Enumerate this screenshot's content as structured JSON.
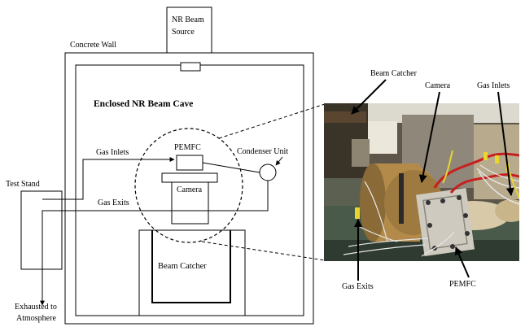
{
  "colors": {
    "line": "#000000",
    "background": "#ffffff",
    "photo_brass": "#b38a4a",
    "photo_cable": "#c81e1e"
  },
  "icons": {
    "arrowheads": "filled-triangle-arrow",
    "condenser_symbol": "circle-with-line",
    "hole": "small-rectangle-opening"
  },
  "labels": {
    "nr_beam_source": [
      "NR Beam",
      "Source"
    ],
    "concrete_wall": "Concrete Wall",
    "beam_cave": "Enclosed NR Beam Cave",
    "pemfc": "PEMFC",
    "gas_inlets": "Gas Inlets",
    "condenser_unit": "Condenser Unit",
    "gas_exits": "Gas Exits",
    "camera": "Camera",
    "test_stand": "Test Stand",
    "beam_catcher": "Beam Catcher",
    "exhausted": [
      "Exhausted to",
      "Atmosphere"
    ]
  },
  "photo_labels": {
    "beam_catcher": "Beam Catcher",
    "camera": "Camera",
    "gas_inlets": "Gas Inlets",
    "gas_exits": "Gas Exits",
    "pemfc": "PEMFC"
  }
}
